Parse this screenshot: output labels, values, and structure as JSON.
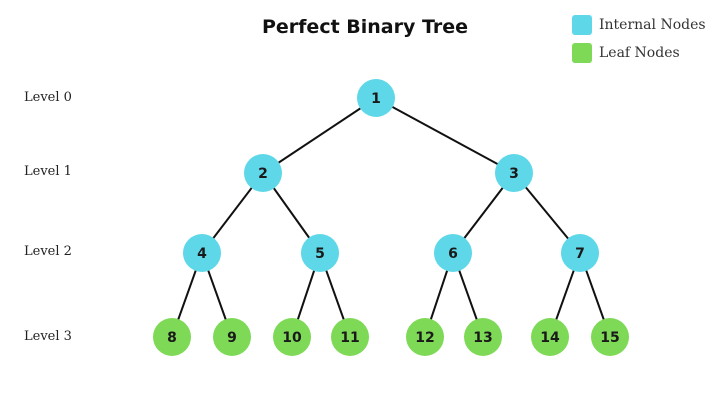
{
  "title": "Perfect Binary Tree",
  "legend": [
    {
      "label": "Internal Nodes",
      "color": "#5ed8e8"
    },
    {
      "label": "Leaf Nodes",
      "color": "#7ed957"
    }
  ],
  "levels": [
    "Level 0",
    "Level 1",
    "Level 2",
    "Level 3"
  ],
  "tree": {
    "levels": [
      [
        "1"
      ],
      [
        "2",
        "3"
      ],
      [
        "4",
        "5",
        "6",
        "7"
      ],
      [
        "8",
        "9",
        "10",
        "11",
        "12",
        "13",
        "14",
        "15"
      ]
    ],
    "internal_color": "#5ed8e8",
    "leaf_color": "#7ed957",
    "edge_color": "#111111"
  }
}
